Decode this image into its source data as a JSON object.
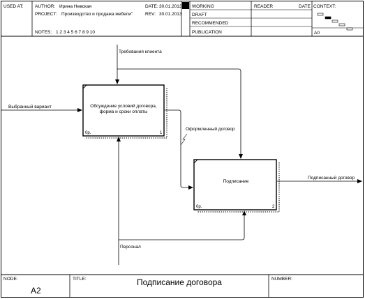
{
  "header": {
    "used_at": "USED AT:",
    "author_label": "AUTHOR:",
    "author": "Ирина Невская",
    "project_label": "PROJECT:",
    "project": "Производство и продажа мебели\"",
    "date_label": "DATE:",
    "date": "30.01.2013",
    "rev_label": "REV:",
    "rev": "30.01.2013",
    "notes_label": "NOTES:",
    "notes": "1  2  3  4  5  6  7  8  9  10",
    "status_working": "WORKING",
    "status_draft": "DRAFT",
    "status_recommended": "RECOMMENDED",
    "status_publication": "PUBLICATION",
    "reader_label": "READER",
    "reader_date_label": "DATE",
    "context_label": "CONTEXT:",
    "context_node": "A0"
  },
  "diagram": {
    "box1": {
      "label_line1": "Обсуждение условий договора,",
      "label_line2": "форма и сроки оплаты",
      "cost": "0р.",
      "number": "1"
    },
    "box2": {
      "label": "Подписание",
      "cost": "0р.",
      "number": "2"
    },
    "arrows": {
      "control_top": "Требования клиента",
      "input_left": "Выбранный вариант",
      "internal": "Оформленный договор",
      "output_right": "Подписанный договор",
      "mechanism_bottom": "Персонал"
    }
  },
  "footer": {
    "node_label": "NODE:",
    "node": "A2",
    "title_label": "TITLE:",
    "title": "Подписание  договора",
    "number_label": "NUMBER:"
  },
  "colors": {
    "line": "#000000",
    "working_fill": "#000000",
    "background": "#ffffff"
  }
}
